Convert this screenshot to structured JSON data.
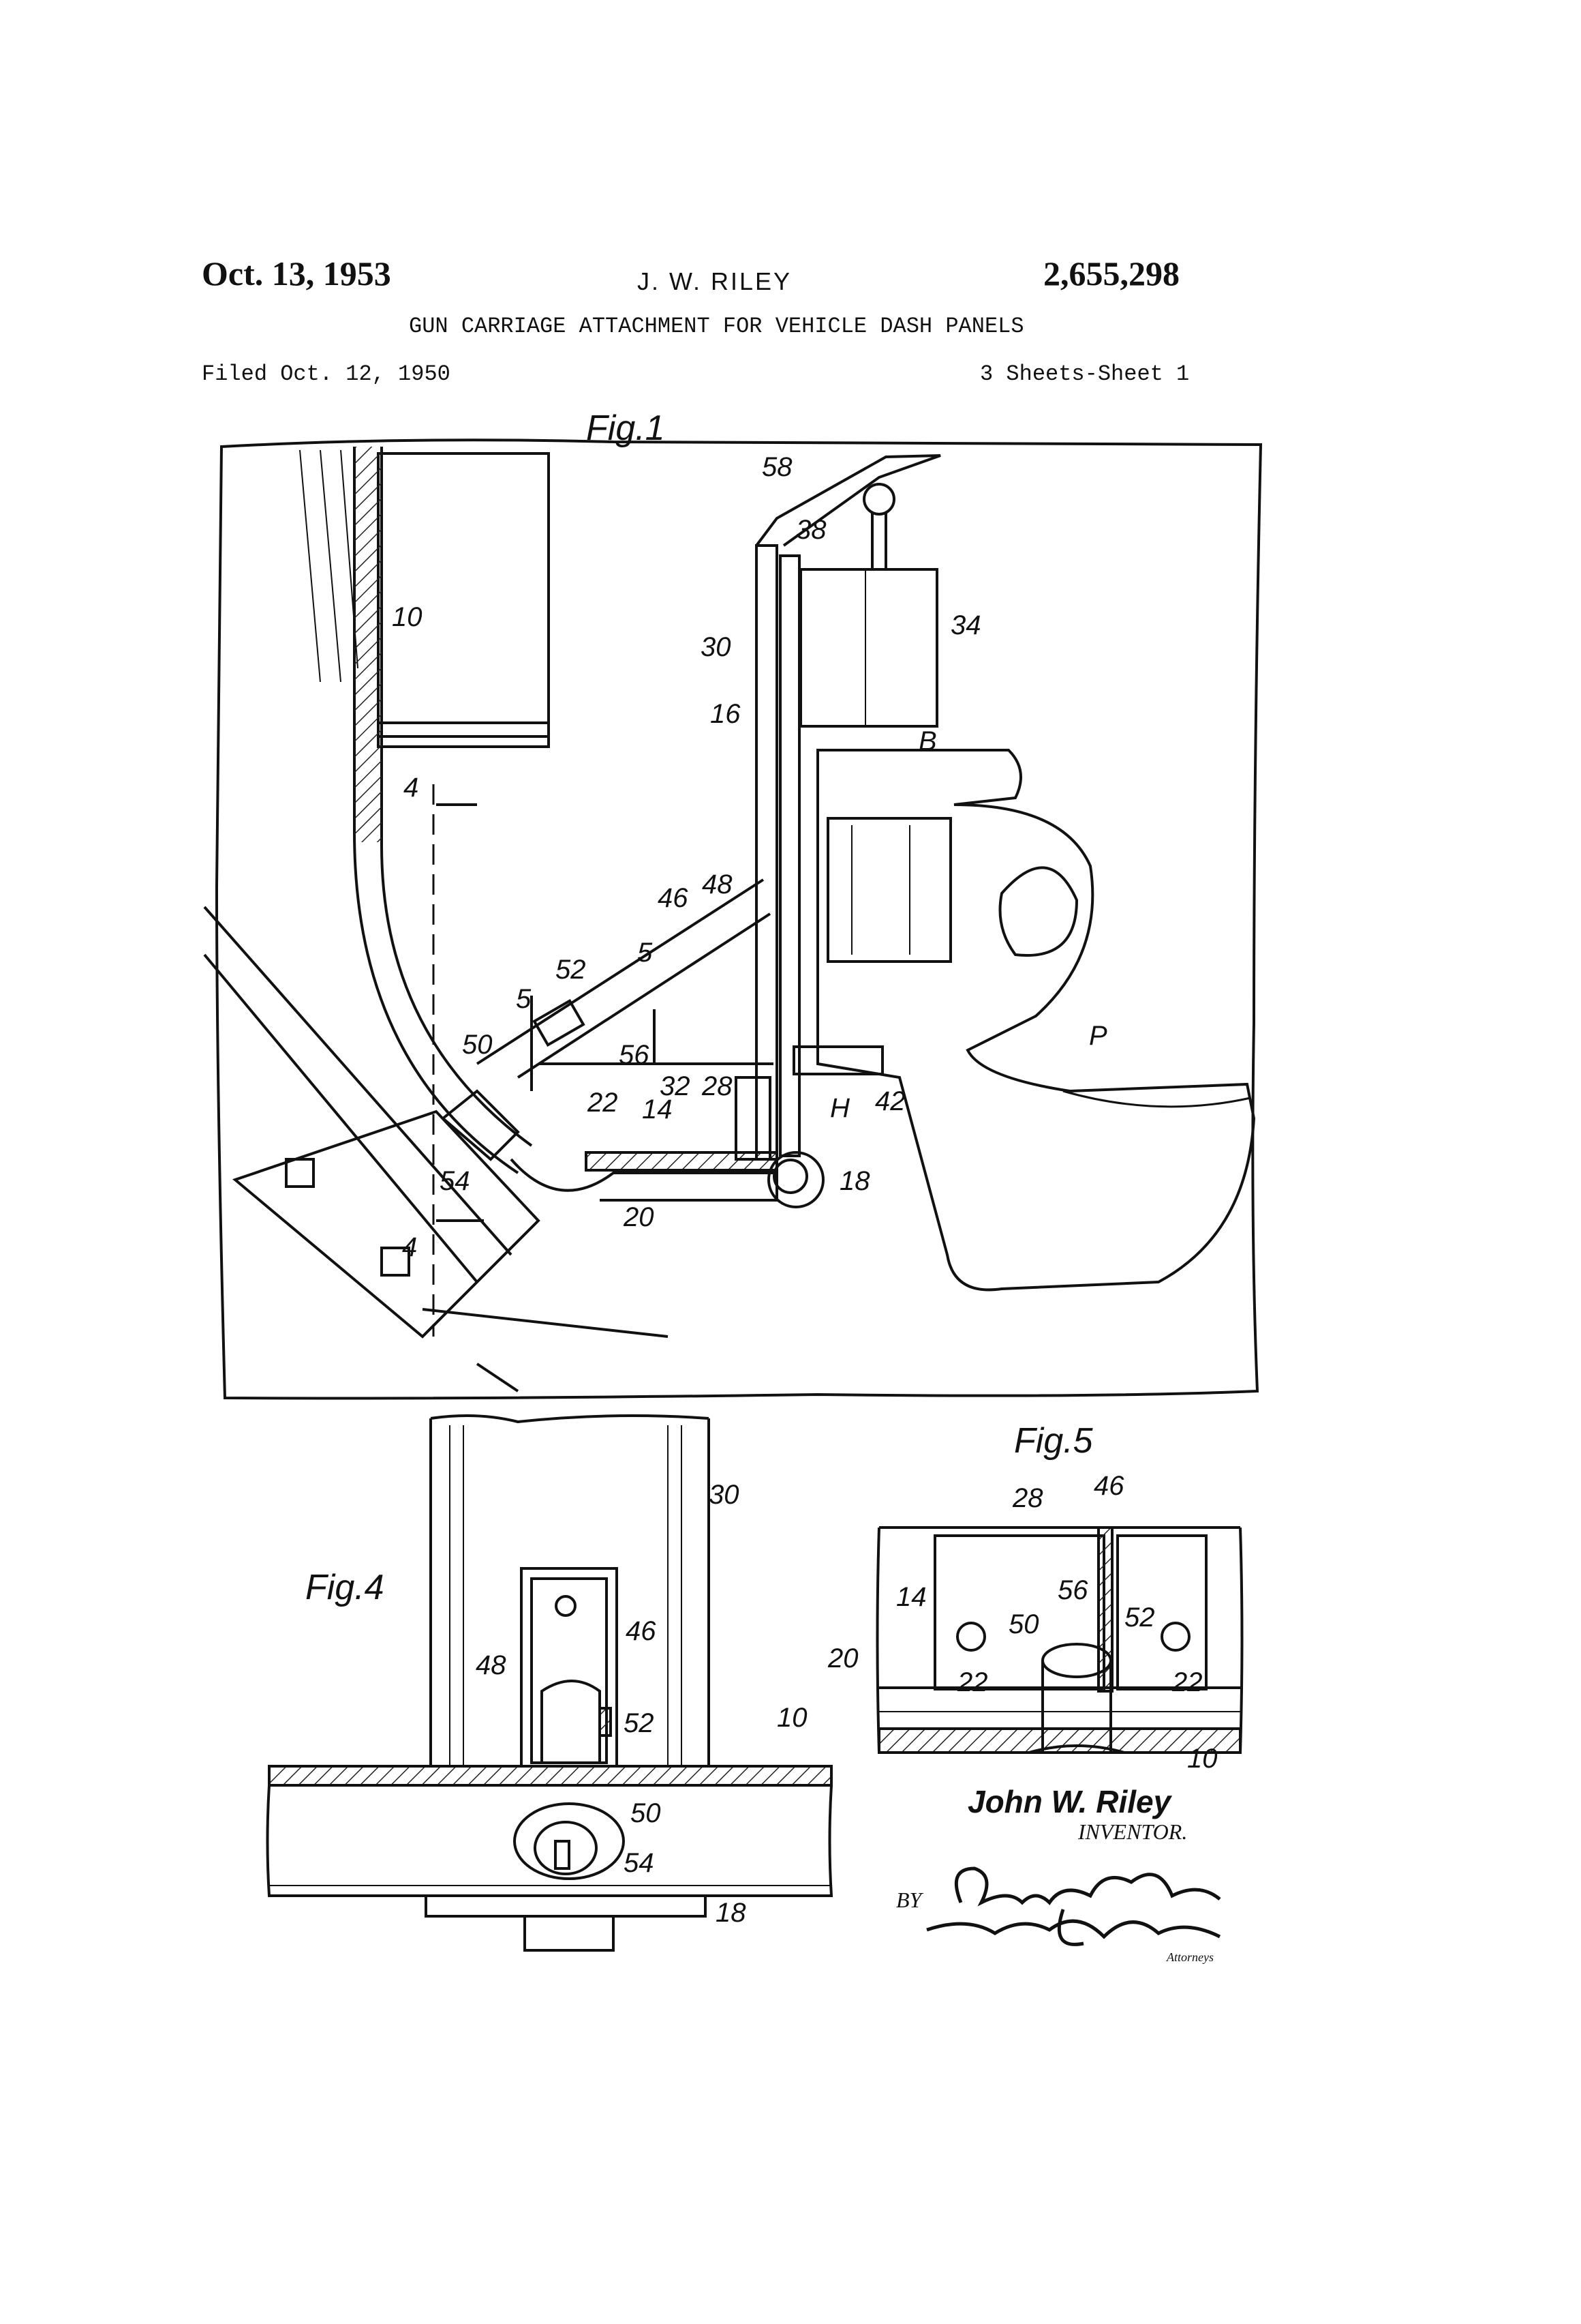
{
  "header": {
    "date": "Oct. 13, 1953",
    "inventor_short": "J. W. RILEY",
    "patent_number": "2,655,298",
    "title": "GUN CARRIAGE ATTACHMENT FOR VEHICLE DASH PANELS",
    "filed": "Filed Oct. 12, 1950",
    "sheets": "3 Sheets-Sheet 1"
  },
  "figures": {
    "fig1": {
      "title": "Fig.1",
      "labels": [
        "58",
        "38",
        "34",
        "30",
        "16",
        "B",
        "10",
        "4",
        "46",
        "48",
        "5",
        "52",
        "5",
        "56",
        "50",
        "22",
        "32",
        "28",
        "14",
        "H",
        "42",
        "P",
        "54",
        "18",
        "20",
        "4"
      ]
    },
    "fig4": {
      "title": "Fig.4",
      "labels": [
        "30",
        "46",
        "48",
        "52",
        "10",
        "50",
        "54",
        "18"
      ]
    },
    "fig5": {
      "title": "Fig.5",
      "labels": [
        "28",
        "46",
        "14",
        "56",
        "50",
        "52",
        "20",
        "22",
        "22",
        "10"
      ]
    }
  },
  "signature_block": {
    "inventor_name": "John W. Riley",
    "inventor_label": "INVENTOR.",
    "by_label": "BY",
    "attorneys_label": "Attorneys",
    "signature_text": "Clarence A. O'Brien and Harvey B. Jacobson"
  }
}
